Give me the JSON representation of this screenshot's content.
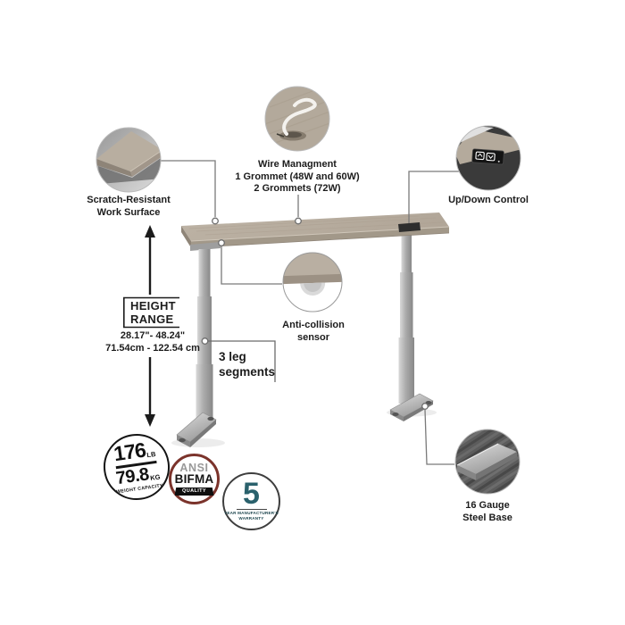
{
  "callouts": {
    "wire_management": {
      "title": "Wire Managment",
      "line2": "1 Grommet (48W and 60W)",
      "line3": "2 Grommets (72W)"
    },
    "up_down_control": {
      "label": "Up/Down Control"
    },
    "work_surface": {
      "line1": "Scratch-Resistant",
      "line2": "Work Surface"
    },
    "anti_collision": {
      "line1": "Anti-collision",
      "line2": "sensor"
    },
    "steel_base": {
      "line1": "16 Gauge",
      "line2": "Steel Base"
    },
    "leg_segments": {
      "line1": "3 leg",
      "line2": "segments"
    }
  },
  "height_range": {
    "label_line1": "HEIGHT",
    "label_line2": "RANGE",
    "inches": "28.17\"- 48.24\"",
    "centimeters": "71.54cm - 122.54 cm"
  },
  "badges": {
    "weight_capacity": {
      "pounds": "176",
      "pounds_unit": "LB",
      "kilograms": "79.8",
      "kilograms_unit": "KG",
      "caption": "WEIGHT CAPACITY"
    },
    "ansi_bifma": {
      "line1": "ANSI",
      "line2": "BIFMA",
      "ribbon": "QUALITY"
    },
    "warranty": {
      "years": "5",
      "caption_line1": "YEAR MANUFACTURER'S",
      "caption_line2": "WARRANTY"
    }
  },
  "icons": {
    "up_down_keypad": "up-down-arrow-buttons",
    "callout_marker": "small-circle-marker",
    "height_arrow": "vertical-double-arrow"
  },
  "colors": {
    "desk_top": "#b7ad9f",
    "desk_edge": "#a29889",
    "leg_silver": "#a9a9a9",
    "ansi_ring": "#7b332b",
    "warranty_accent": "#2a616c",
    "text": "#1c1c1c",
    "connector": "#7a7a7a"
  }
}
